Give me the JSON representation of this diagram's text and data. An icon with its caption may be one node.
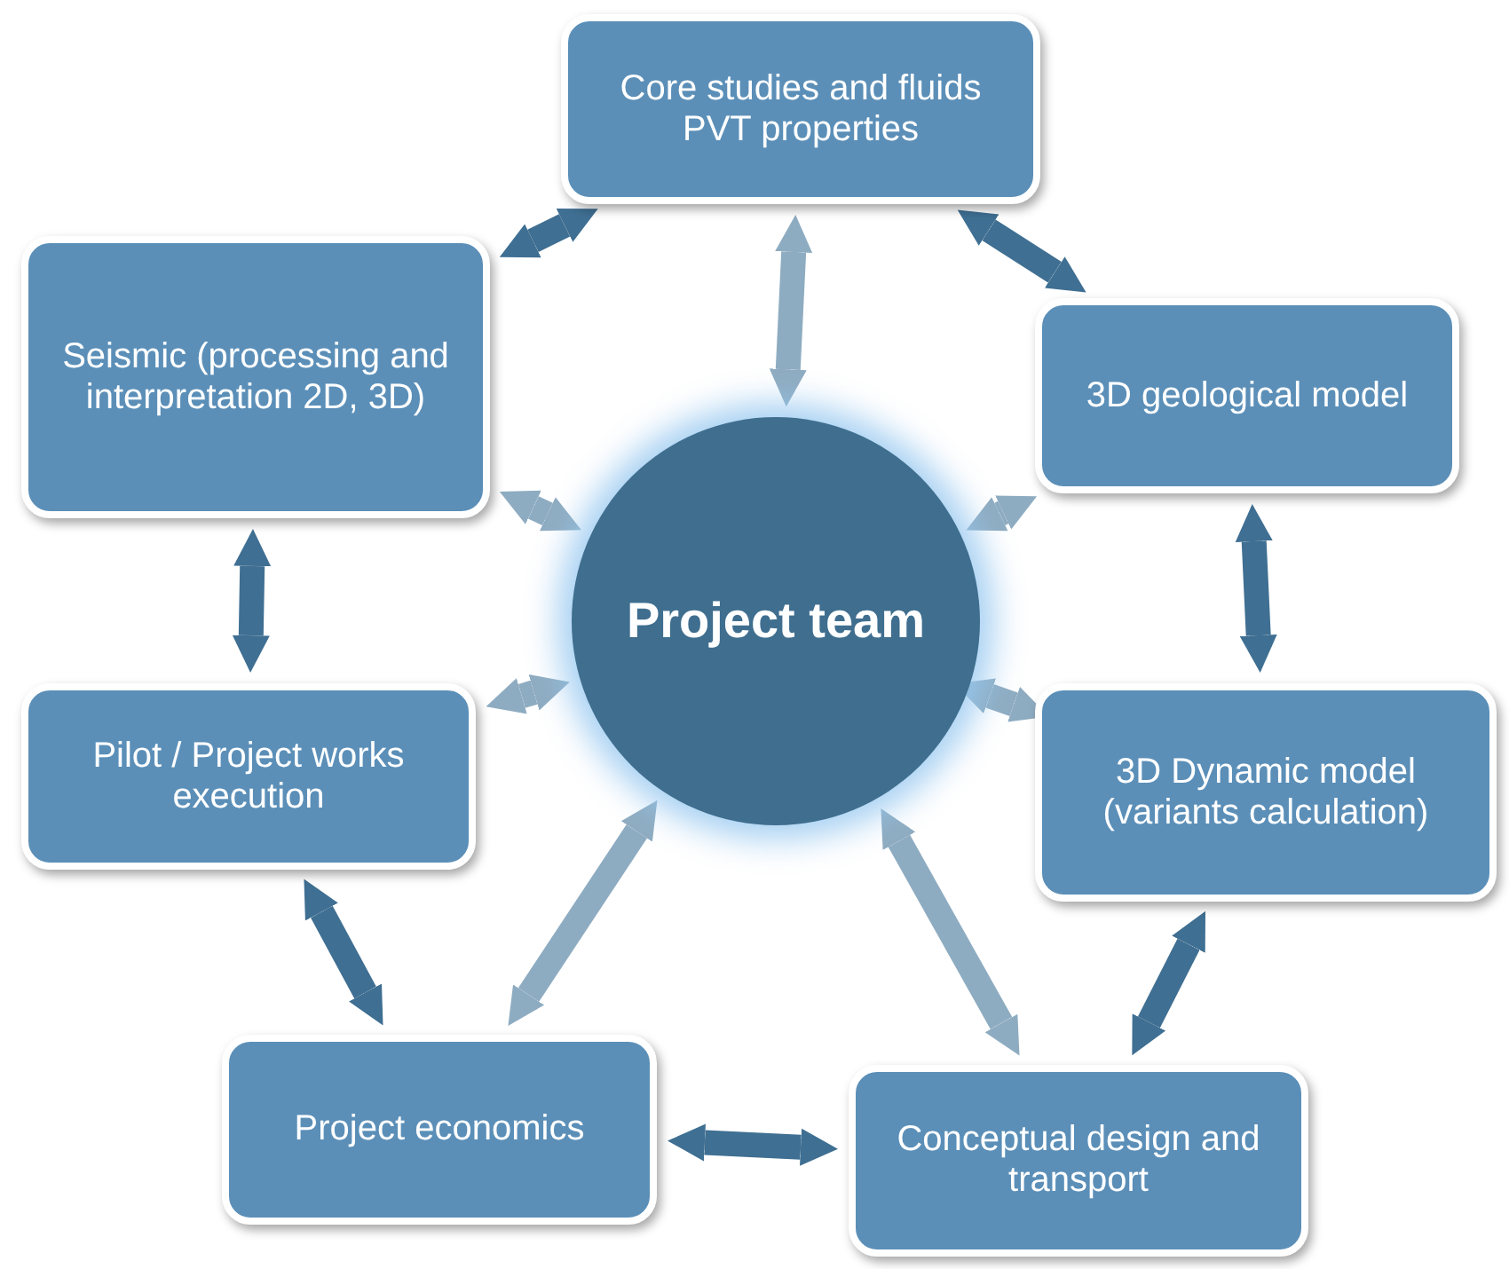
{
  "diagram": {
    "nodes": [
      {
        "text": [
          "Core studies and fluids PVT properties"
        ]
      },
      {
        "text": [
          "Seismic (processing and interpretation 2D, 3D)"
        ]
      },
      {
        "text": [
          "3D geological model"
        ]
      },
      {
        "text": [
          "Project team"
        ]
      },
      {
        "text": [
          "Pilot / Project works execution"
        ]
      },
      {
        "text": [
          "3D Dynamic model (variants calculation)"
        ]
      },
      {
        "text": [
          "Project economics"
        ]
      },
      {
        "text": [
          "Conceptual design and transport"
        ]
      }
    ],
    "edges": [
      {
        "from": 1,
        "to": 0,
        "arrow": "both"
      },
      {
        "from": 0,
        "to": 2,
        "arrow": "both"
      },
      {
        "from": 2,
        "to": 5,
        "arrow": "both"
      },
      {
        "from": 5,
        "to": 7,
        "arrow": "both"
      },
      {
        "from": 7,
        "to": 6,
        "arrow": "both"
      },
      {
        "from": 6,
        "to": 4,
        "arrow": "both"
      },
      {
        "from": 4,
        "to": 1,
        "arrow": "both"
      },
      {
        "from": 3,
        "to": 0,
        "arrow": "both",
        "color": "#8eacc1"
      },
      {
        "from": 3,
        "to": 1,
        "arrow": "both",
        "color": "#8eacc1"
      },
      {
        "from": 3,
        "to": 2,
        "arrow": "both",
        "color": "#8eacc1"
      },
      {
        "from": 3,
        "to": 4,
        "arrow": "both",
        "color": "#8eacc1"
      },
      {
        "from": 3,
        "to": 5,
        "arrow": "both",
        "color": "#8eacc1"
      },
      {
        "from": 3,
        "to": 6,
        "arrow": "both",
        "color": "#8eacc1"
      },
      {
        "from": 3,
        "to": 7,
        "arrow": "both",
        "color": "#8eacc1"
      }
    ]
  }
}
